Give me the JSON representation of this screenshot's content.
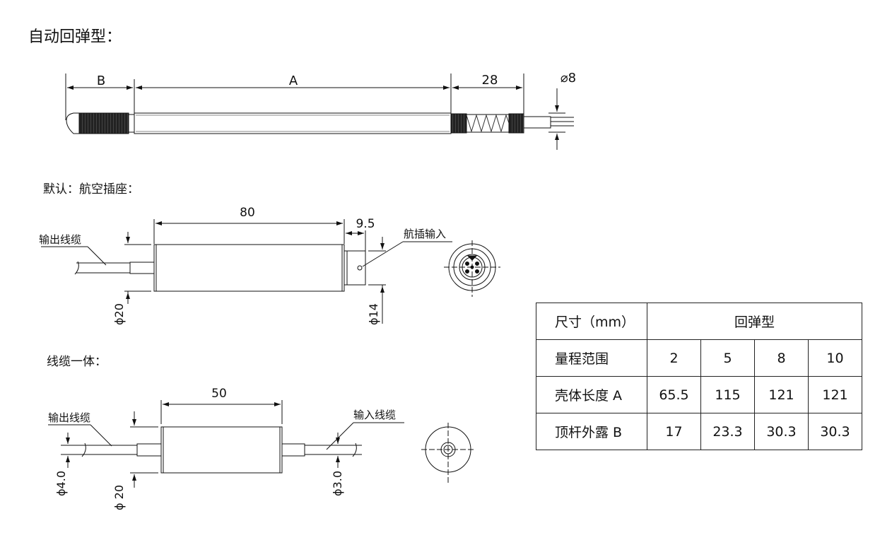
{
  "headings": {
    "main": "自动回弹型：",
    "default_plug": "默认：航空插座：",
    "cable_integrated": "线缆一体："
  },
  "top_drawing": {
    "dim_b": "B",
    "dim_a": "A",
    "dim_spring": "28",
    "dim_dia": "⌀8"
  },
  "aviation_drawing": {
    "length": "80",
    "plug_length": "9.5",
    "output_cable": "输出线缆",
    "plug_input": "航插输入",
    "dia_body": "ϕ20",
    "dia_plug": "ϕ14"
  },
  "cable_drawing": {
    "length": "50",
    "output_cable": "输出线缆",
    "input_cable": "输入线缆",
    "dia_out": "ϕ4.0",
    "dia_body": "ϕ 20",
    "dia_in": "ϕ3.0"
  },
  "spec_table": {
    "header_label": "尺寸（mm）",
    "header_type": "回弹型",
    "rows": [
      {
        "label": "量程范围",
        "values": [
          "2",
          "5",
          "8",
          "10"
        ]
      },
      {
        "label": "壳体长度 A",
        "values": [
          "65.5",
          "115",
          "121",
          "121"
        ]
      },
      {
        "label": "顶杆外露 B",
        "values": [
          "17",
          "23.3",
          "30.3",
          "30.3"
        ]
      }
    ]
  }
}
